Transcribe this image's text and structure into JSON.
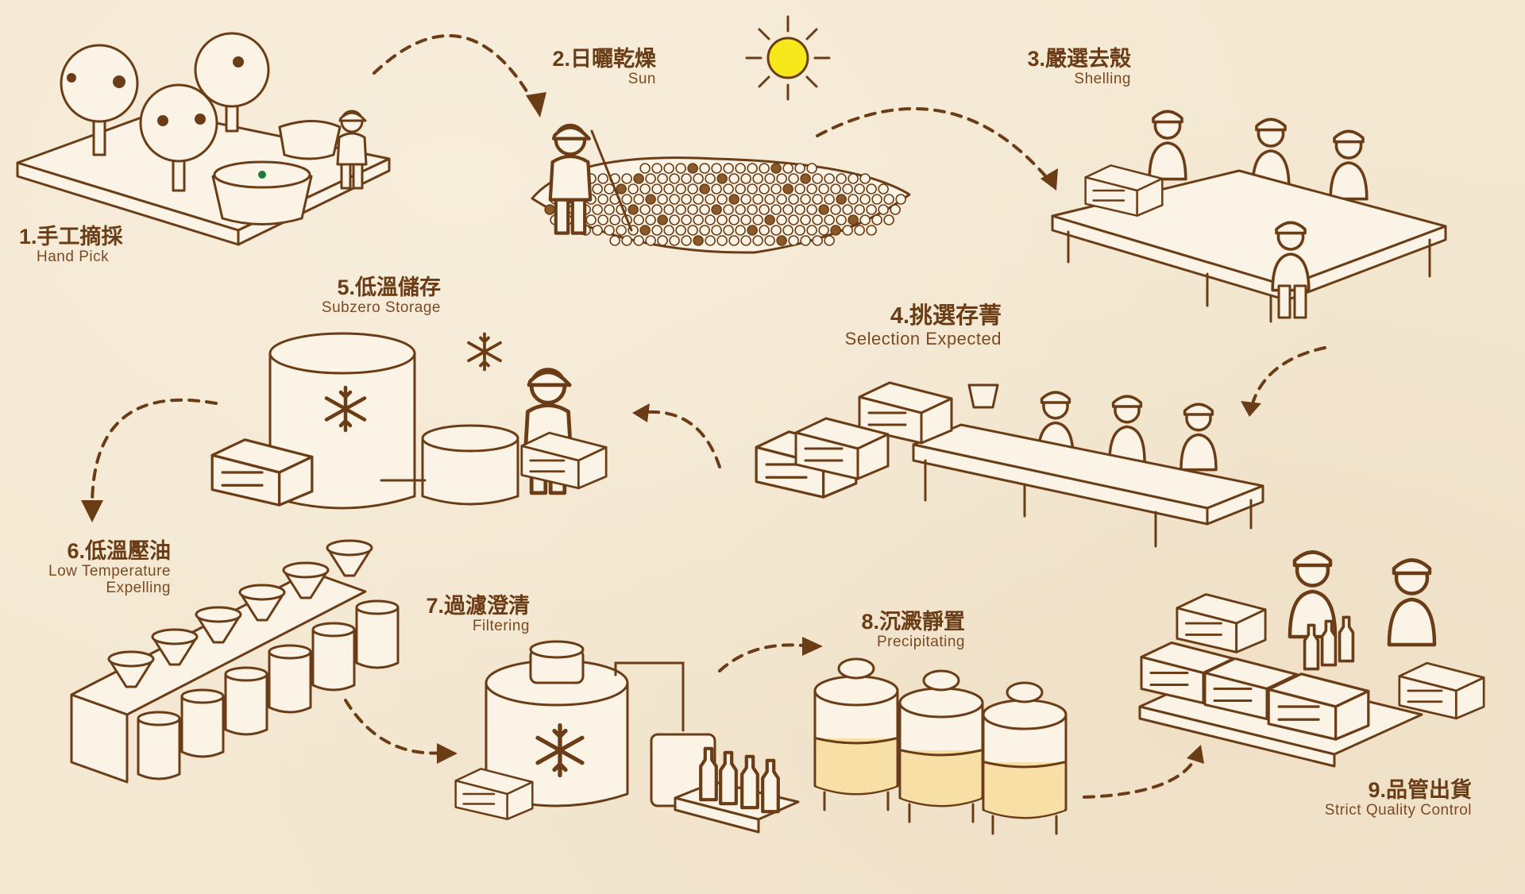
{
  "steps": [
    {
      "number": "1",
      "zh": "1.手工摘採",
      "en": "Hand Pick"
    },
    {
      "number": "2",
      "zh": "2.日曬乾燥",
      "en": "Sun"
    },
    {
      "number": "3",
      "zh": "3.嚴選去殼",
      "en": "Shelling"
    },
    {
      "number": "4",
      "zh": "4.挑選存菁",
      "en": "Selection Expected"
    },
    {
      "number": "5",
      "zh": "5.低溫儲存",
      "en": "Subzero Storage"
    },
    {
      "number": "6",
      "zh": "6.低溫壓油",
      "en": "Low Temperature",
      "en2": "Expelling"
    },
    {
      "number": "7",
      "zh": "7.過濾澄清",
      "en": "Filtering"
    },
    {
      "number": "8",
      "zh": "8.沉澱靜置",
      "en": "Precipitating"
    },
    {
      "number": "9",
      "zh": "9.品管出貨",
      "en": "Strict Quality Control"
    }
  ],
  "colors": {
    "ink": "#6b3d17",
    "background": "#f4e8d2",
    "sun": "#f7e81c",
    "oil": "#f8dfa6",
    "seed_green": "#1f7a3a"
  }
}
